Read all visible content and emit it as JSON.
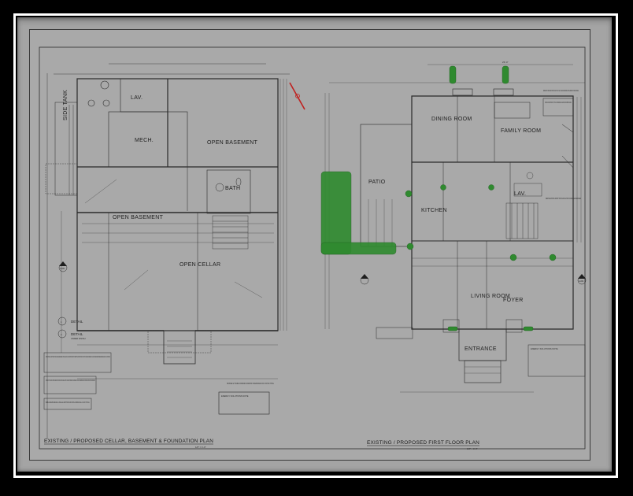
{
  "sheet": {
    "background_color": "#a9a9a9",
    "line_color": "#2a2a2a",
    "landscape_color": "#2f8a2f",
    "north_arrow_color": "#c0211f"
  },
  "plans": [
    {
      "title": "EXISTING / PROPOSED CELLAR, BASEMENT & FOUNDATION PLAN",
      "scale": "1/8\" = 1'-0\"",
      "rooms": [
        {
          "name": "LAV."
        },
        {
          "name": "MECH."
        },
        {
          "name": "OPEN BASEMENT"
        },
        {
          "name": "OPEN BASEMENT"
        },
        {
          "name": "BATH"
        },
        {
          "name": "OPEN CELLAR"
        },
        {
          "name": "SIDE TANK"
        }
      ],
      "details": [
        {
          "number": "1",
          "label": "DETAIL"
        },
        {
          "number": "2",
          "label": "DETAIL",
          "sublabel": "UNDER FINISH"
        }
      ],
      "section_marker": "A-001",
      "notes": [
        "CONTRACTOR SHALL VISIT PROJECT SITE AND FAMILIARIZE HIMSELF WITH THE ACTUAL SITE CONDITIONS PRIOR TO SUBMITTING CONSTRUCTION COST. NOTIFY ARCHITECT IMMEDIATELY OF ANY DISCREPANCIES BETWEEN DRAWINGS AND ACTUAL CONDITIONS.",
        "CONTRACTOR TO VERIFY EXISTING FRAMING SYSTEM OF EXISTING AREA. NOTIFY ARCHITECT IMMEDIATELY. ENGINEER OR OF ANY DISCREPANCIES FOR FURTHER CONSTRUCTION INFORMATION.",
        "BUBBLE FRAMING BEAM ALL PARALLEL PARTITIONS AND INSTALL BRIDGING ALL FLOOR TYPICAL.",
        "PROPOSED 12\" POURED CONCRETE FOUNDATION ON REINFORCED CONC. FOOTING TYPICAL",
        "ENERGY SOLUTIONS NOTE"
      ]
    },
    {
      "title": "EXISTING / PROPOSED FIRST FLOOR PLAN",
      "scale": "1/8\" = 1'-0\"",
      "rooms": [
        {
          "name": "DINING ROOM"
        },
        {
          "name": "FAMILY ROOM"
        },
        {
          "name": "PATIO"
        },
        {
          "name": "KITCHEN"
        },
        {
          "name": "LAV."
        },
        {
          "name": "LIVING ROOM"
        },
        {
          "name": "FOYER"
        },
        {
          "name": "ENTRANCE"
        }
      ],
      "section_marker": "A-001",
      "dimension_top": "23'-4\"",
      "notes": [
        "REMOVE EXIST. WINDOW AND PORTION OF EXIST. CONC. WALL TO CREATE NEW OPENING. PATCH AND REPAIR TO MATCH FINISHES.",
        "NOTE: RELOCATE EXISTING DUCT, TYPICALLY AND REINSULATE ALL HEATING AND PLUMBING SECURELY.",
        "REMOVE EXISTING FRONT STOPS AND CAP FOR CONCEALED RECESSED",
        "ENERGY SOLUTIONS NOTE"
      ]
    }
  ]
}
